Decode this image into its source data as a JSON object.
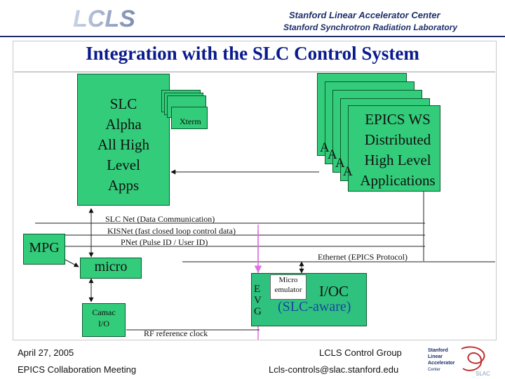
{
  "header": {
    "logo_text": "LCLS",
    "institution_line1": "Stanford Linear Accelerator Center",
    "institution_line2": "Stanford Synchrotron Radiation Laboratory"
  },
  "slide": {
    "title": "Integration with the SLC Control System"
  },
  "diagram": {
    "slc_box": [
      "SLC",
      "Alpha",
      "All High",
      "Level",
      "Apps"
    ],
    "xterm": "Xterm",
    "epics_ws": [
      "EPICS WS",
      "Distributed",
      "High Level",
      "Applications"
    ],
    "epics_stack_letter": "A",
    "net_slc": "SLC Net (Data Communication)",
    "net_kisnet": "KISNet (fast closed loop control data)",
    "net_pnet": "PNet (Pulse ID / User ID)",
    "net_ethernet": "Ethernet (EPICS Protocol)",
    "mpg": "MPG",
    "micro": "micro",
    "camac": [
      "Camac",
      "I/O"
    ],
    "rf_clock": "RF reference clock",
    "evg": [
      "E",
      "V",
      "G"
    ],
    "micro_emulator": [
      "Micro",
      "emulator"
    ],
    "ioc": "I/OC",
    "ioc_sub": "(SLC-aware)"
  },
  "footer": {
    "date": "April 27, 2005",
    "event": "EPICS Collaboration Meeting",
    "group": "LCLS Control Group",
    "email": "Lcls-controls@slac.stanford.edu",
    "slac_logo_lines": [
      "Stanford",
      "Linear",
      "Accelerator",
      "Center"
    ],
    "slac_logo_mark": "SLAC"
  },
  "colors": {
    "box_green": "#33cc7a",
    "ioc_green": "#2ec27e",
    "title_blue": "#0a1a8c",
    "evg_pink": "#e070e0",
    "ioc_sub_blue": "#1a45a0"
  }
}
